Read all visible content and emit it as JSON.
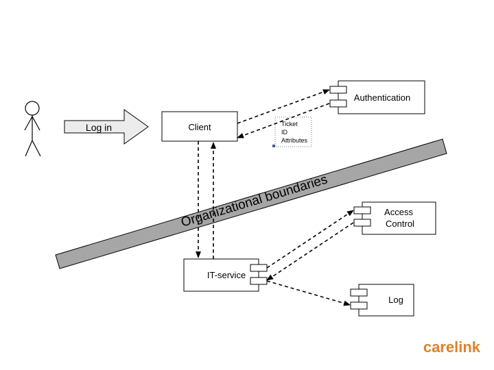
{
  "actor": {
    "icon": "stick-figure-icon"
  },
  "login": {
    "label": "Log in"
  },
  "client": {
    "label": "Client"
  },
  "ticket": {
    "lines": [
      "Ticket",
      "ID",
      "Attributes"
    ]
  },
  "authentication": {
    "label": "Authentication"
  },
  "boundary": {
    "label": "Organizational boundaries"
  },
  "access_control": {
    "lines": [
      "Access",
      "Control"
    ]
  },
  "it_service": {
    "label": "IT-service"
  },
  "log": {
    "label": "Log"
  },
  "brand": {
    "name": "carelink",
    "color": "#e0822a"
  },
  "colors": {
    "boundary_band": "#a6a6a6",
    "stroke": "#000000"
  }
}
